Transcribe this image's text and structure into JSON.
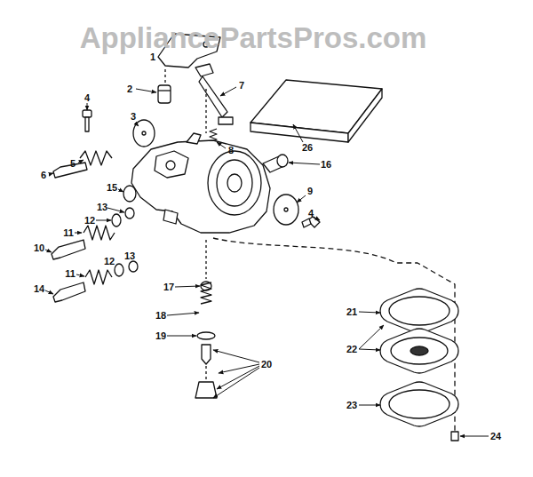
{
  "diagram": {
    "labels": [
      "AppliancePartsPros.com",
      "1",
      "2",
      "4",
      "3",
      "5",
      "6",
      "15",
      "13",
      "12",
      "11",
      "10",
      "11",
      "12",
      "13",
      "14",
      "17",
      "18",
      "19",
      "20",
      "7",
      "8",
      "16",
      "26",
      "9",
      "4",
      "21",
      "22",
      "23",
      "24"
    ]
  }
}
